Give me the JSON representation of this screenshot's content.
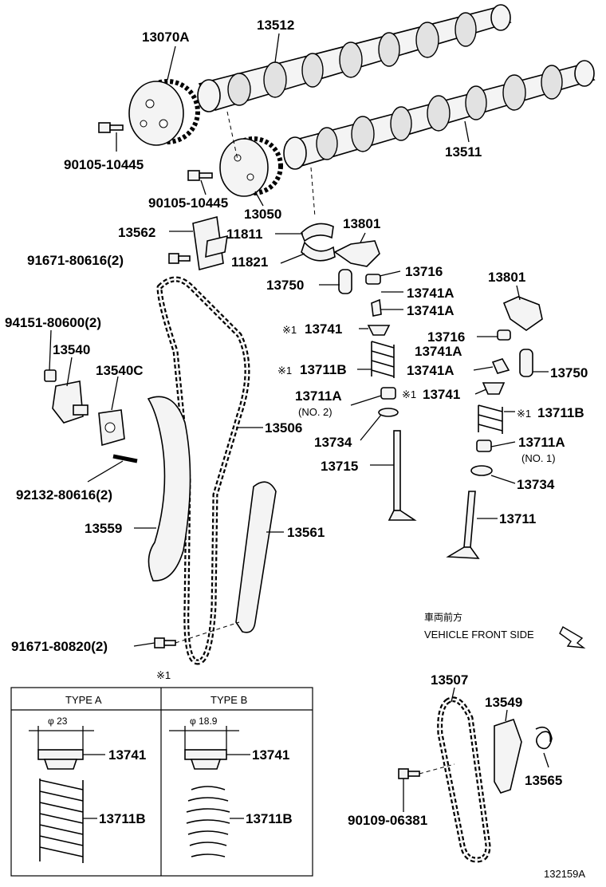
{
  "parts": {
    "p13070A": "13070A",
    "p13512": "13512",
    "p13511": "13511",
    "p90105_10445_a": "90105-10445",
    "p90105_10445_b": "90105-10445",
    "p13050": "13050",
    "p13562": "13562",
    "p11811": "11811",
    "p11821": "11821",
    "p91671_80616": "91671-80616(2)",
    "p13801_a": "13801",
    "p13716_a": "13716",
    "p13750_a": "13750",
    "p13741A_1": "13741A",
    "p13741A_2": "13741A",
    "p13741_a": "13741",
    "p13711B_a": "13711B",
    "p13711A_a": "13711A",
    "no2": "(NO. 2)",
    "p13734_a": "13734",
    "p13715": "13715",
    "p13801_b": "13801",
    "p13716_b": "13716",
    "p13741A_3": "13741A",
    "p13741A_4": "13741A",
    "p13750_b": "13750",
    "p13741_b": "13741",
    "p13711B_b": "13711B",
    "p13711A_b": "13711A",
    "no1": "(NO. 1)",
    "p13734_b": "13734",
    "p13711": "13711",
    "p94151_80600": "94151-80600(2)",
    "p13540": "13540",
    "p13540C": "13540C",
    "p13506": "13506",
    "p92132_80616": "92132-80616(2)",
    "p13559": "13559",
    "p13561": "13561",
    "p91671_80820": "91671-80820(2)",
    "p13507": "13507",
    "p13549": "13549",
    "p13565": "13565",
    "p90109_06381": "90109-06381"
  },
  "marks": {
    "note_mark": "※1",
    "note_sym": "※",
    "note_num": "1"
  },
  "front": {
    "jp": "車両前方",
    "en": "VEHICLE FRONT SIDE"
  },
  "legend": {
    "type_a": "TYPE A",
    "type_b": "TYPE B",
    "dia_a": "φ 23",
    "dia_b": "φ 18.9",
    "a_13741": "13741",
    "a_13711B": "13711B",
    "b_13741": "13741",
    "b_13711B": "13711B"
  },
  "figure_id": "132159A"
}
